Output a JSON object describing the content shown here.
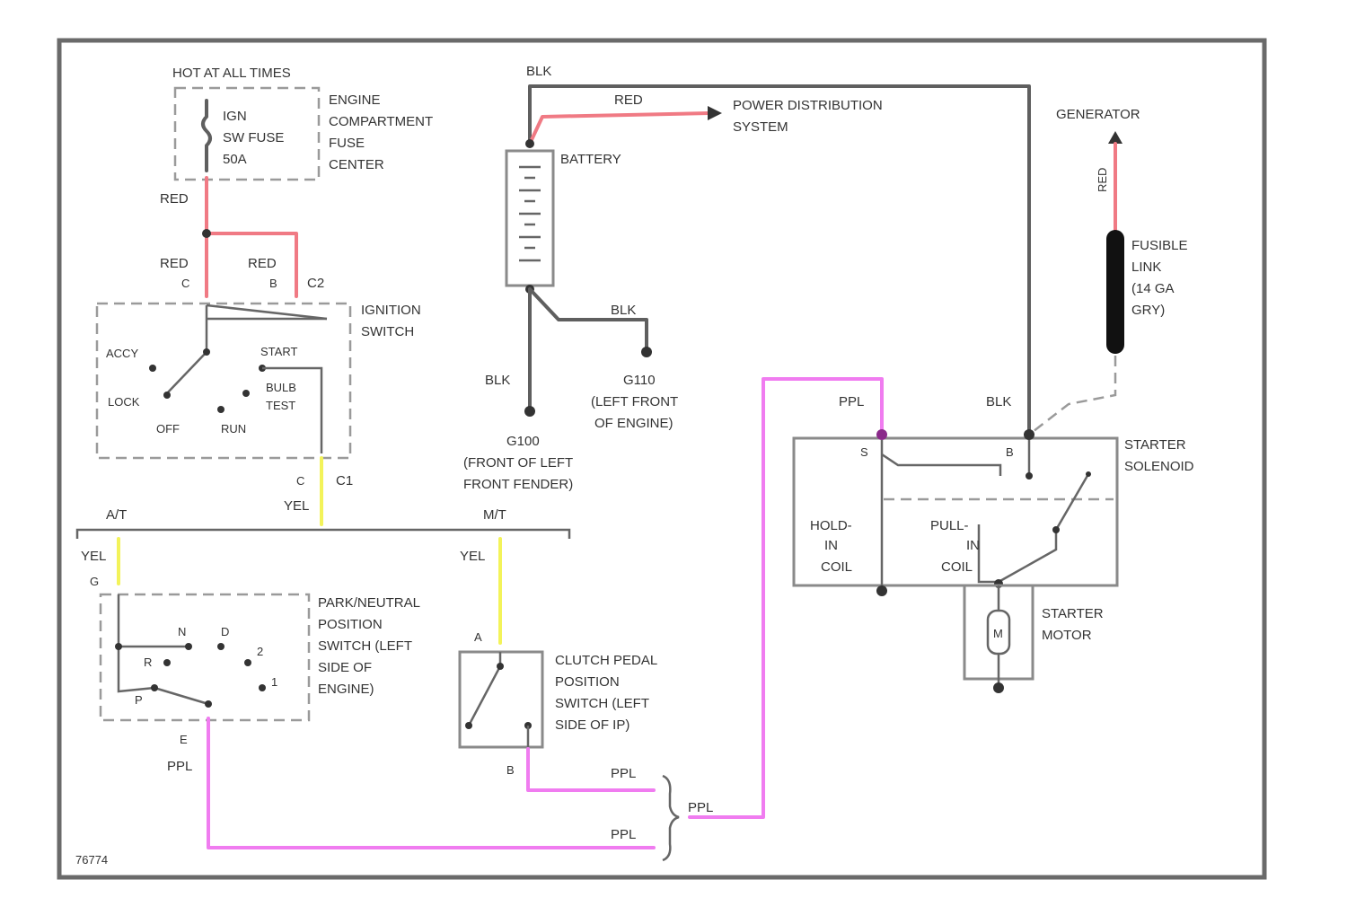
{
  "colors": {
    "red": "#f07a84",
    "black": "#5f5f5f",
    "yellow": "#f3f35a",
    "purple": "#f07cf0",
    "frame": "#6a6a6a"
  },
  "labels": {
    "hot_at_all_times": "HOT AT ALL TIMES",
    "fuse_amp": "IGN",
    "fuse_name": "SW FUSE",
    "fuse_rating": "50A",
    "fuse_center": [
      "ENGINE",
      "COMPARTMENT",
      "FUSE",
      "CENTER"
    ],
    "wire_red_1": "RED",
    "wire_red_2": "RED",
    "wire_red_3": "RED",
    "pin_c": "C",
    "pin_b": "B",
    "conn_c2": "C2",
    "ignition_switch": [
      "IGNITION",
      "SWITCH"
    ],
    "pos_acc": "ACCY",
    "pos_lock": "LOCK",
    "pos_off": "OFF",
    "pos_run": "RUN",
    "pos_start": "START",
    "pos_bulb_test": [
      "BULB",
      "TEST"
    ],
    "pin_c_lower": "C",
    "conn_c1": "C1",
    "wire_yel_main": "YEL",
    "at_label": "A/T",
    "mt_label": "M/T",
    "wire_yel_at": "YEL",
    "wire_yel_mt": "YEL",
    "pin_g": "G",
    "pnp_switch": [
      "PARK/NEUTRAL",
      "POSITION",
      "SWITCH (LEFT",
      "SIDE OF",
      "ENGINE)"
    ],
    "gear_n": "N",
    "gear_d": "D",
    "gear_r": "R",
    "gear_2": "2",
    "gear_p": "P",
    "gear_1": "1",
    "pin_e": "E",
    "wire_ppl_pnp": "PPL",
    "pin_a": "A",
    "clutch_switch": [
      "CLUTCH PEDAL",
      "POSITION",
      "SWITCH (LEFT",
      "SIDE OF IP)"
    ],
    "pin_b_clutch": "B",
    "wire_ppl_clutch": "PPL",
    "wire_ppl_bottom": "PPL",
    "wire_ppl_join": "PPL",
    "wire_blk_top": "BLK",
    "wire_red_top": "RED",
    "power_distribution": [
      "POWER DISTRIBUTION",
      "SYSTEM"
    ],
    "battery": "BATTERY",
    "wire_blk_batt": "BLK",
    "wire_blk_g101": "BLK",
    "ground_g110": [
      "G110",
      "(LEFT FRONT",
      "OF ENGINE)"
    ],
    "ground_g100": [
      "G100",
      "(FRONT OF LEFT",
      "FRONT FENDER)"
    ],
    "generator": "GENERATOR",
    "wire_red_gen": "RED",
    "fusible_link": [
      "FUSIBLE",
      "LINK",
      "(14 GA",
      "GRY)"
    ],
    "wire_ppl_solenoid": "PPL",
    "wire_blk_solenoid": "BLK",
    "pin_s": "S",
    "pin_b_sol": "B",
    "starter_solenoid": [
      "STARTER",
      "SOLENOID"
    ],
    "hold_in_coil": [
      "HOLD-",
      "IN",
      "COIL"
    ],
    "pull_in_coil": [
      "PULL-",
      "IN",
      "COIL"
    ],
    "starter_motor": [
      "STARTER",
      "MOTOR"
    ],
    "motor_symbol": "M",
    "figure_code": "76774"
  }
}
